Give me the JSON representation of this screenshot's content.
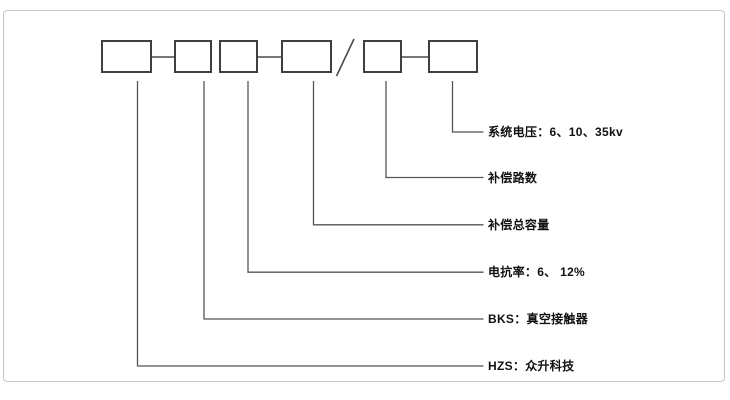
{
  "diagram": {
    "type": "model-designation-key",
    "box_row": {
      "box_count": 6,
      "separator_slash": "/"
    },
    "labels": [
      {
        "text": "系统电压：6、10、35kv"
      },
      {
        "text": "补偿路数"
      },
      {
        "text": "补偿总容量"
      },
      {
        "text": "电抗率：6、 12%"
      },
      {
        "text": "BKS：真空接触器"
      },
      {
        "text": "HZS：众升科技"
      }
    ]
  },
  "colors": {
    "frame_border": "#c4c4c4",
    "box_border": "#3f3f3f",
    "lead_line": "#555555",
    "text": "#111111",
    "background": "#ffffff"
  }
}
